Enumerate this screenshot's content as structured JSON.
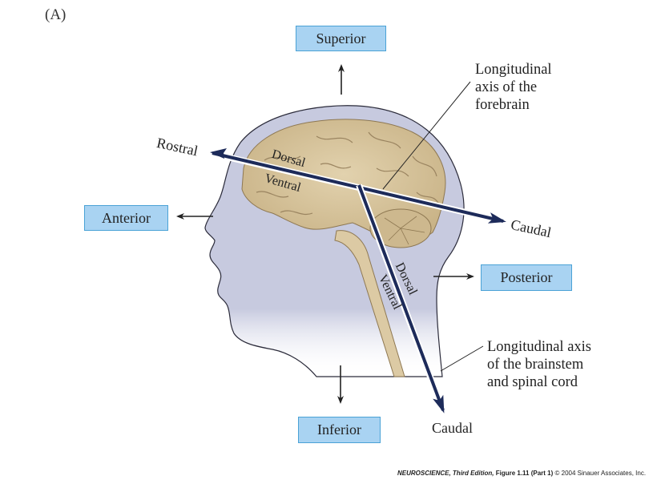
{
  "figure": {
    "panel_label": "(A)",
    "colors": {
      "head_fill": "#c7cadf",
      "head_outline": "#2b2b3a",
      "brain_fill": "#d9c7a0",
      "brain_folds": "#9a8460",
      "axis_color": "#1d2b5a",
      "box_fill": "#a9d3f2",
      "box_border": "#4aa2d6",
      "arrow_color": "#222222"
    },
    "direction_boxes": {
      "superior": "Superior",
      "anterior": "Anterior",
      "posterior": "Posterior",
      "inferior": "Inferior"
    },
    "axis_terms": {
      "rostral": "Rostral",
      "caudal_forebrain": "Caudal",
      "caudal_brainstem": "Caudal"
    },
    "axis_surface_labels": {
      "forebrain_dorsal": "Dorsal",
      "forebrain_ventral": "Ventral",
      "brainstem_dorsal": "Dorsal",
      "brainstem_ventral": "Ventral"
    },
    "annotations": {
      "forebrain_axis": [
        "Longitudinal",
        "axis of the",
        "forebrain"
      ],
      "brainstem_axis": [
        "Longitudinal axis",
        "of the brainstem",
        "and spinal cord"
      ]
    },
    "credit": {
      "book": "NEUROSCIENCE,",
      "edition": "Third Edition,",
      "figure": "Figure 1.11 (Part 1)",
      "copyright": "© 2004 Sinauer Associates, Inc."
    }
  }
}
